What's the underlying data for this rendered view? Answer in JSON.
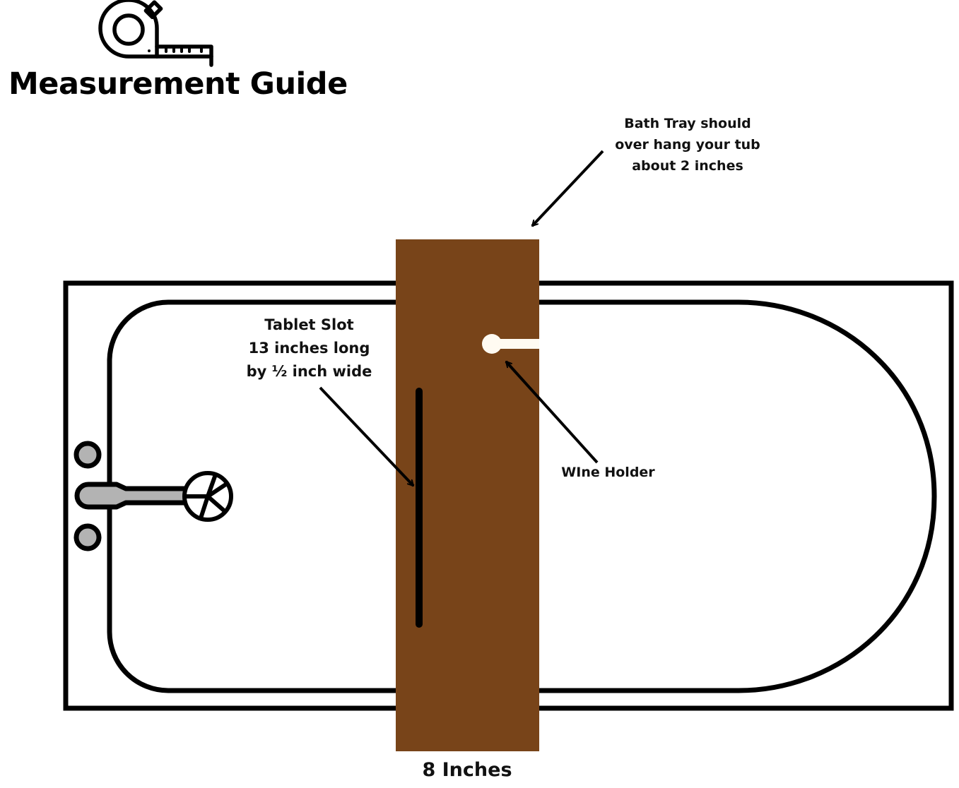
{
  "header": {
    "icon": "tape-measure-icon",
    "title": "Measurement Guide"
  },
  "diagram": {
    "subject": "bath tray over bathtub (top view)",
    "colors": {
      "tray": "#784419",
      "outline": "#000000",
      "fixture_fill": "#b3b3b3",
      "background": "#ffffff",
      "cutout": "#fffbf2"
    },
    "annotations": {
      "overhang": "Bath Tray should\nover hang your tub\nabout 2 inches",
      "tablet_slot": "Tablet Slot\n13 inches long\nby ½ inch wide",
      "wine_holder": "WIne Holder",
      "tray_width": "8 Inches"
    },
    "components": [
      "bathtub-outer-rim",
      "bathtub-basin",
      "faucet",
      "handle-knob-top",
      "handle-knob-bottom",
      "drain-wheel",
      "bath-tray",
      "tablet-slot",
      "wine-holder-cutout"
    ]
  }
}
